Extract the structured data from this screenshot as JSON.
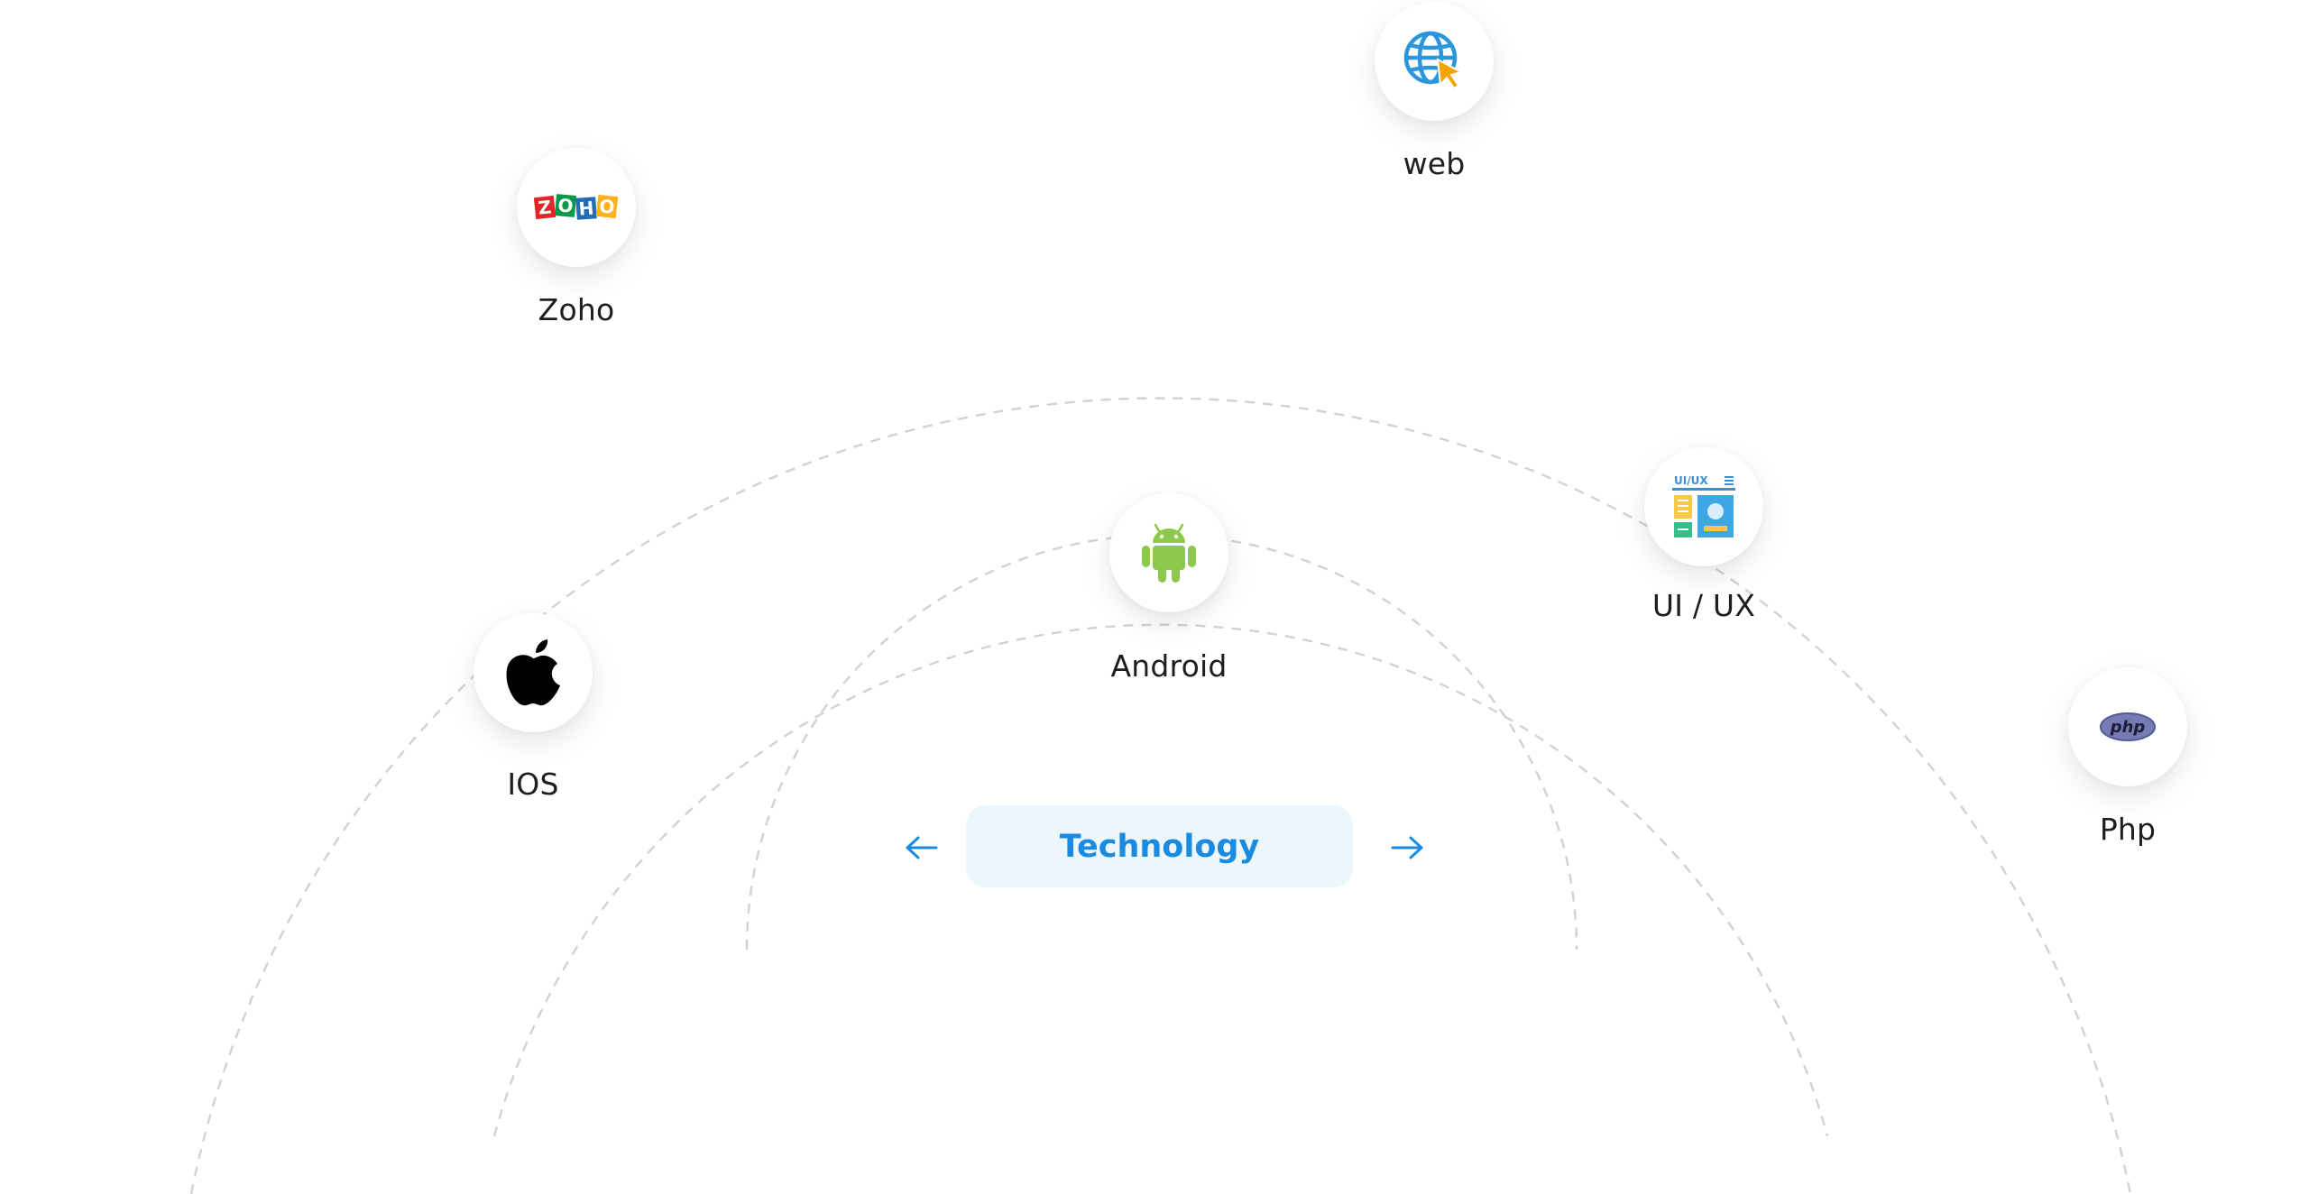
{
  "technologies": [
    {
      "name": "web",
      "icon": "globe-cursor-icon"
    },
    {
      "name": "Zoho",
      "icon": "zoho-logo-icon"
    },
    {
      "name": "Android",
      "icon": "android-icon"
    },
    {
      "name": "UI / UX",
      "icon": "ui-ux-icon"
    },
    {
      "name": "IOS",
      "icon": "apple-icon"
    },
    {
      "name": "Php",
      "icon": "php-logo-icon"
    }
  ],
  "zoho_logo_letters": [
    "Z",
    "O",
    "H",
    "O"
  ],
  "ui_ux_icon_text": "UI/UX",
  "php_logo_text": "php",
  "center_button": {
    "label": "Technology"
  },
  "nav": {
    "prev_icon": "arrow-left-icon",
    "next_icon": "arrow-right-icon"
  },
  "colors": {
    "accent": "#1a8be0",
    "button_bg": "#ecf6fd",
    "android_green": "#8cc84b",
    "orbit_stroke": "#d2d2d2",
    "label_text": "#1e1e1e"
  }
}
